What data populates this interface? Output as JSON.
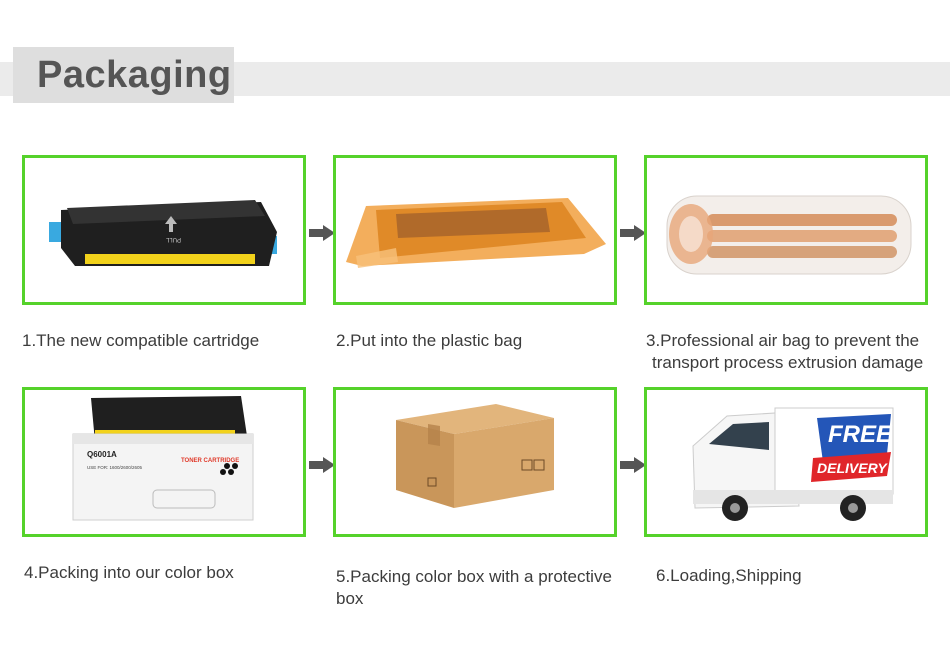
{
  "header": {
    "title": "Packaging"
  },
  "steps": [
    {
      "caption": "1.The new compatible cartridge",
      "image": "toner-cartridge-image",
      "label_text": "PULL"
    },
    {
      "caption": "2.Put into the plastic bag",
      "image": "plastic-bag-image"
    },
    {
      "caption_line1": "3.Professional air bag to prevent the",
      "caption_line2": "transport process extrusion damage",
      "image": "air-bag-image"
    },
    {
      "caption": "4.Packing into our color box",
      "image": "color-box-image",
      "box_model": "Q6001A",
      "box_brand": "TONER CARTRIDGE",
      "box_use_for": "USE FOR: 1600/2600/2605"
    },
    {
      "caption_line1": "5.Packing color box with a protective",
      "caption_line2": "box",
      "image": "cardboard-box-image"
    },
    {
      "caption": "6.Loading,Shipping",
      "image": "delivery-truck-image",
      "truck_line1": "FREE",
      "truck_line2": "DELIVERY"
    }
  ],
  "colors": {
    "frame_border": "#55d22a",
    "arrow": "#555555",
    "header_band": "#ebebeb",
    "caption_text": "#3c3c3c"
  }
}
